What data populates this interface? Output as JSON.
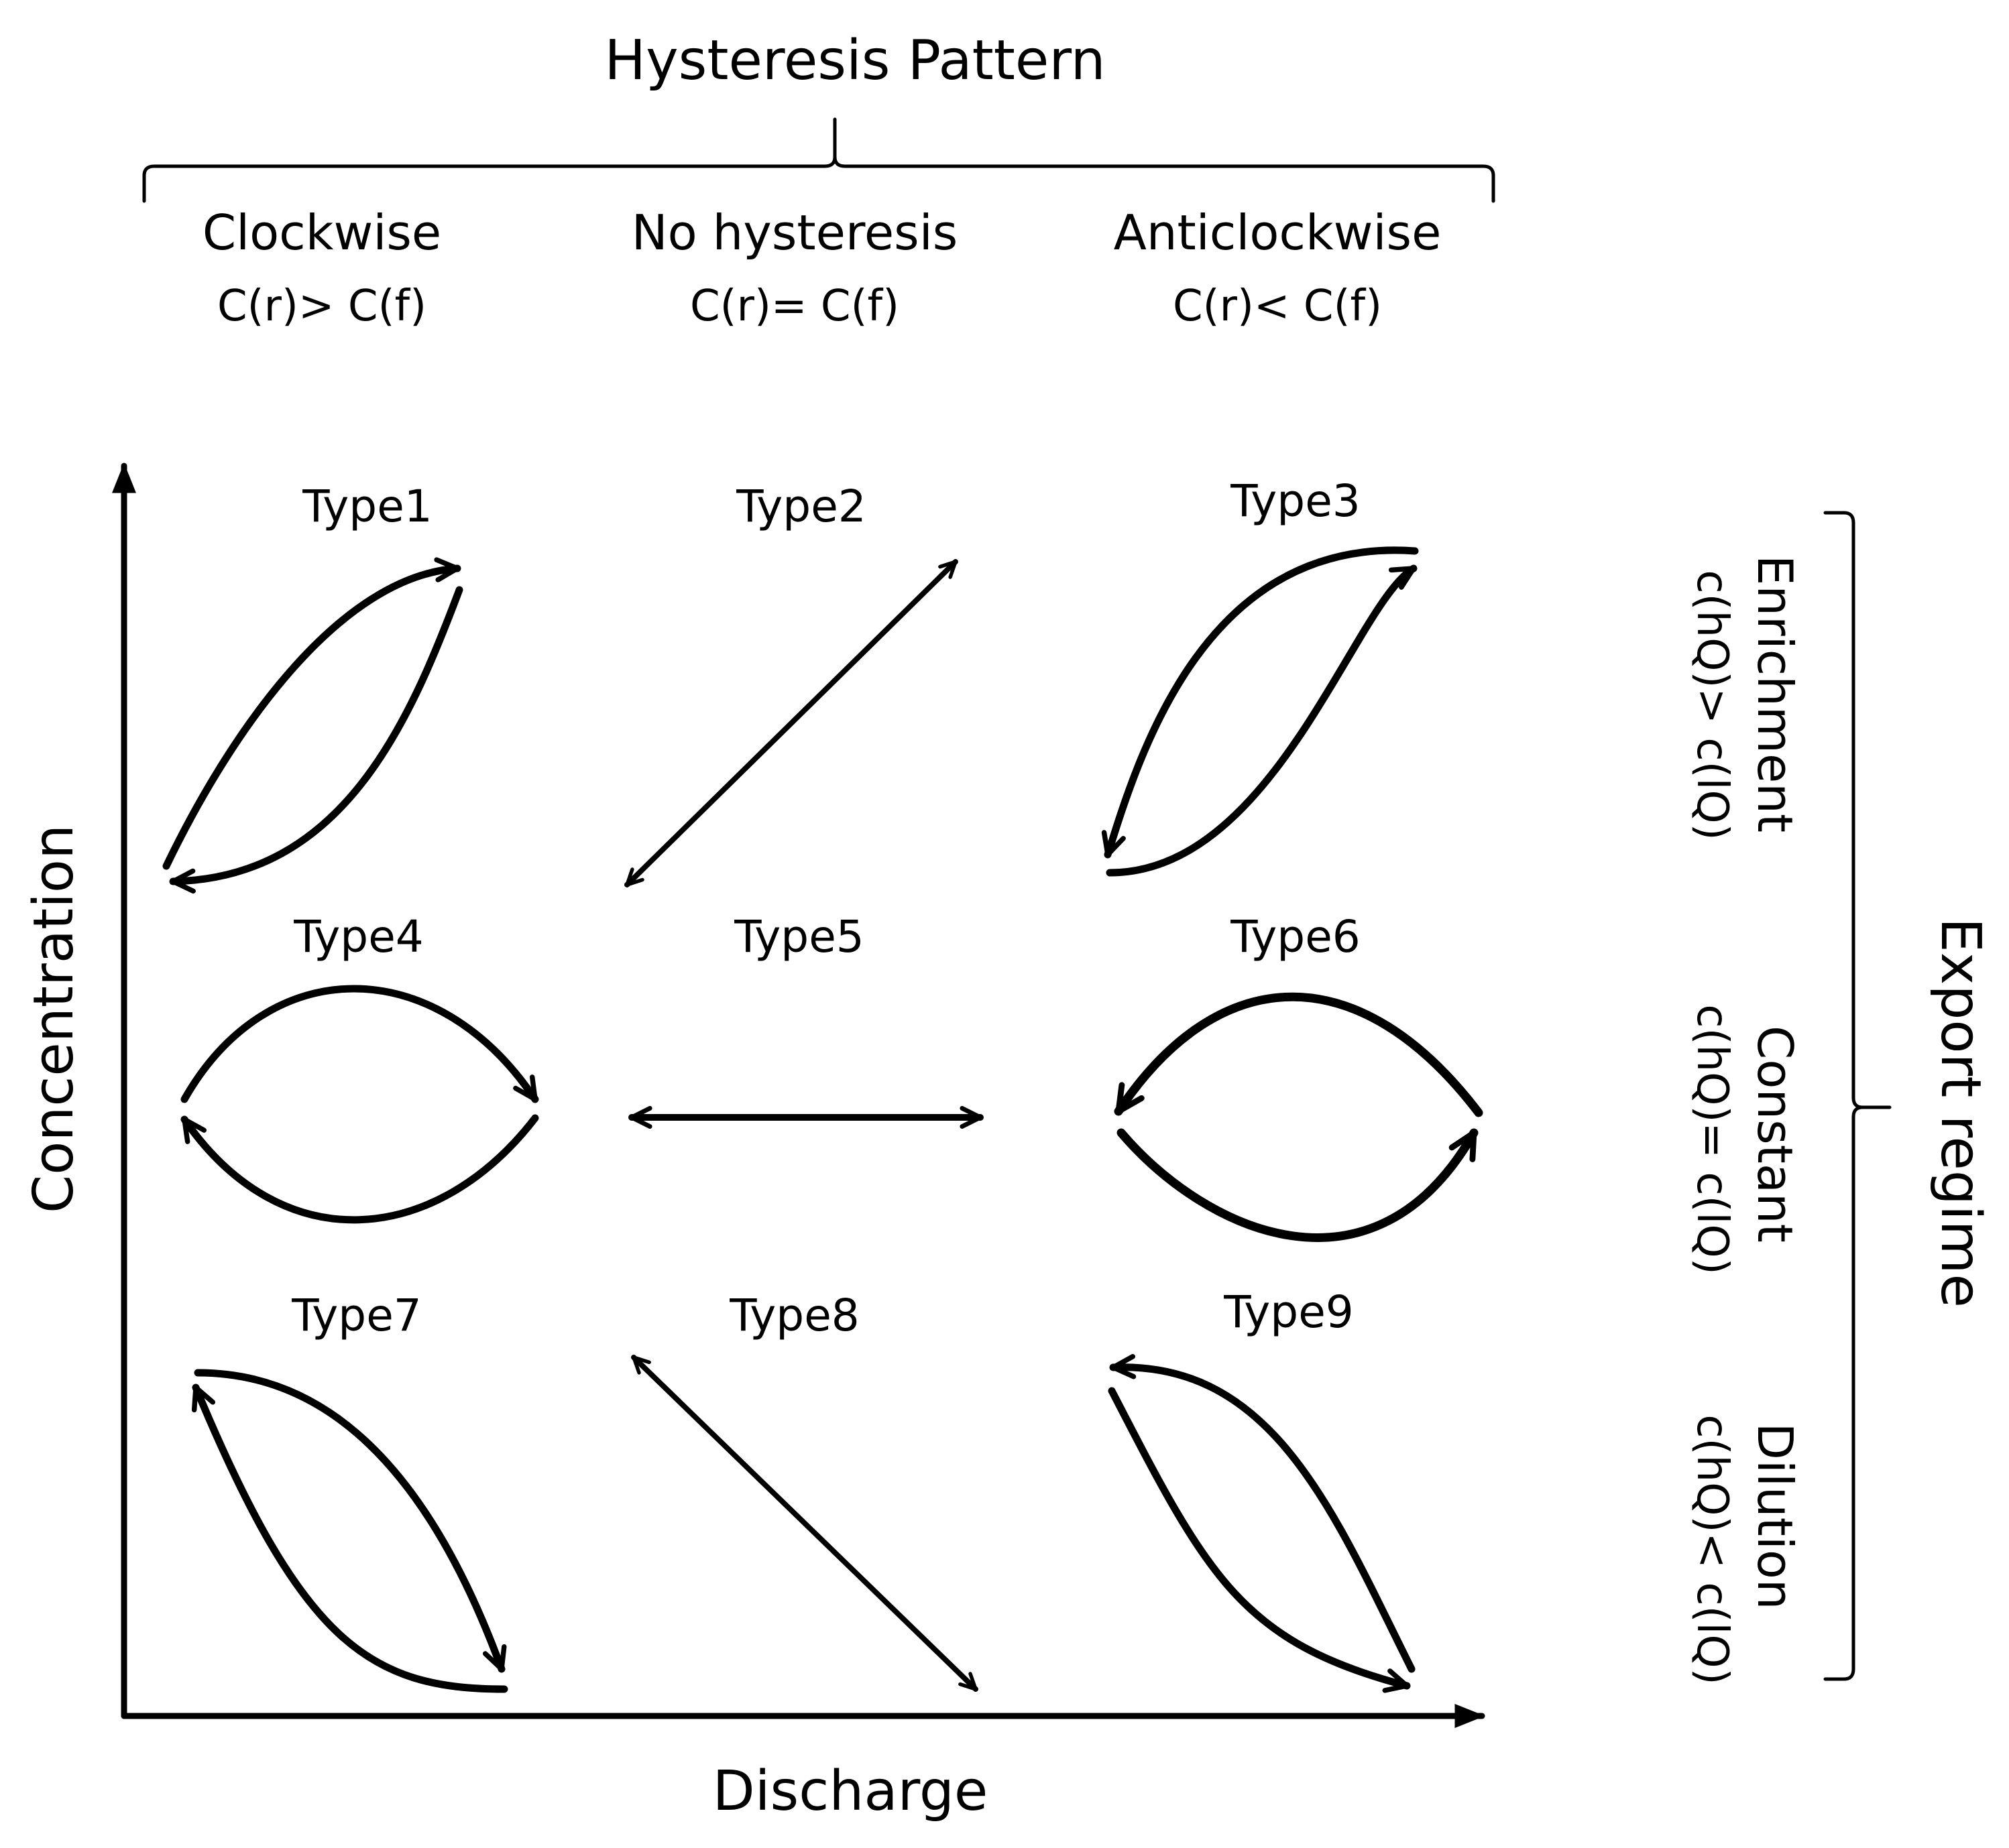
{
  "title": "Hysteresis Pattern",
  "columns": [
    {
      "name": "Clockwise",
      "relation": "C(r)> C(f)"
    },
    {
      "name": "No hysteresis",
      "relation": "C(r)= C(f)"
    },
    {
      "name": "Anticlockwise",
      "relation": "C(r)< C(f)"
    }
  ],
  "axes": {
    "y_label": "Concentration",
    "x_label": "Discharge"
  },
  "types": [
    "Type1",
    "Type2",
    "Type3",
    "Type4",
    "Type5",
    "Type6",
    "Type7",
    "Type8",
    "Type9"
  ],
  "regimes": [
    {
      "name": "Enrichment",
      "relation": "c(hQ)> c(lQ)"
    },
    {
      "name": "Constant",
      "relation": "c(hQ)= c(lQ)"
    },
    {
      "name": "Dilution",
      "relation": "c(hQ)< c(lQ)"
    }
  ],
  "regime_group": "Export regime",
  "colors": {
    "ink": "#000000",
    "background": "#ffffff"
  }
}
